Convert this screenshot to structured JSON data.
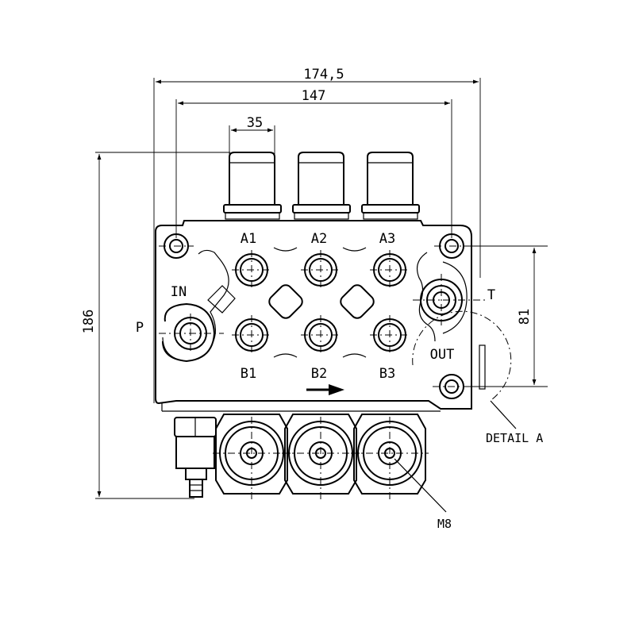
{
  "dimensions": {
    "overall_width": "174,5",
    "hole_spacing": "147",
    "lever_width": "35",
    "overall_height": "186",
    "port_spacing": "81"
  },
  "ports": {
    "a1": "A1",
    "a2": "A2",
    "a3": "A3",
    "b1": "B1",
    "b2": "B2",
    "b3": "B3",
    "inlet": "IN",
    "pressure": "P",
    "tank": "T",
    "outlet": "OUT"
  },
  "callouts": {
    "detail": "DETAIL A",
    "thread": "M8"
  },
  "flow_arrow": "right-arrow-icon"
}
